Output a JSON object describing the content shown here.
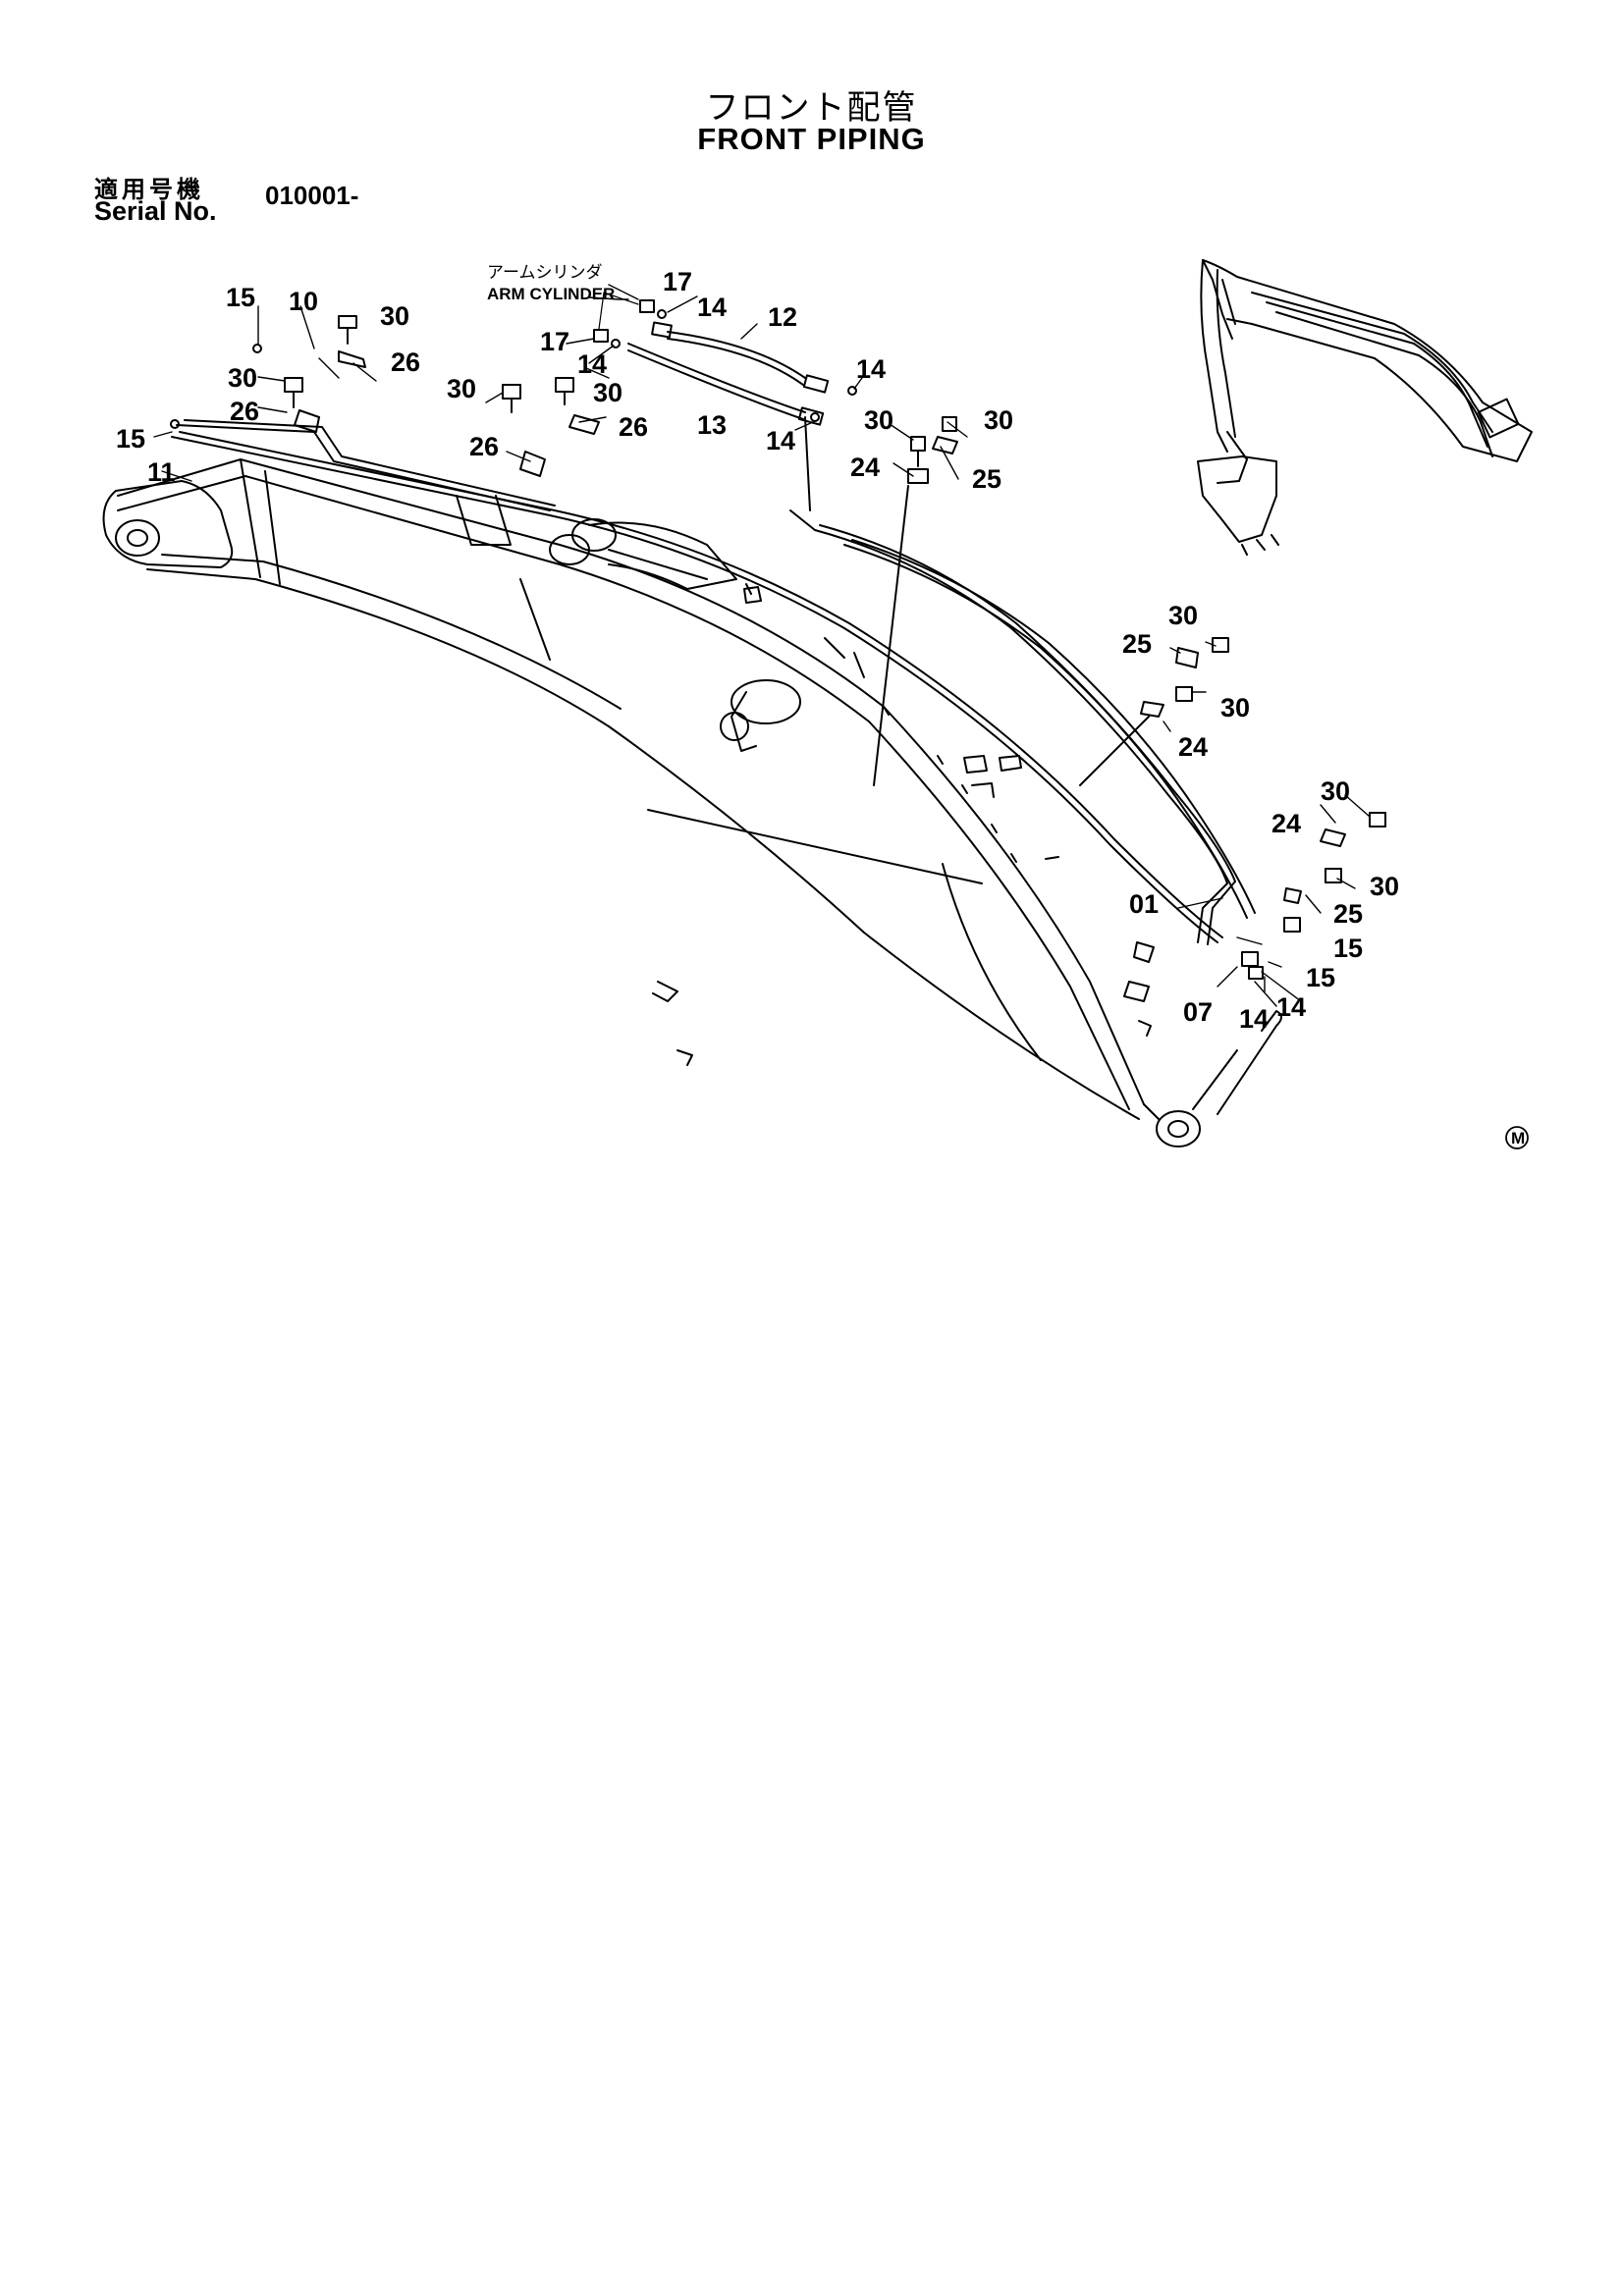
{
  "header": {
    "title_jp": "フロント配管",
    "title_en": "FRONT PIPING",
    "serial_label_jp": "適用号機",
    "serial_label_en": "Serial No.",
    "serial_value": "010001-"
  },
  "annotation": {
    "jp": "アームシリンダ",
    "en": "ARM CYLINDER"
  },
  "callouts": {
    "c15a": "15",
    "c10": "10",
    "c30a": "30",
    "c26a": "26",
    "c30b": "30",
    "c26b": "26",
    "c15b": "15",
    "c11": "11",
    "c17a": "17",
    "c14a": "14",
    "c12": "12",
    "c17b": "17",
    "c14b": "14",
    "c30c": "30",
    "c30d": "30",
    "c26c": "26",
    "c26d": "26",
    "c13": "13",
    "c14c": "14",
    "c14d": "14",
    "c30e": "30",
    "c30f": "30",
    "c24a": "24",
    "c25a": "25",
    "c30g": "30",
    "c25b": "25",
    "c30h": "30",
    "c24b": "24",
    "c30i": "30",
    "c24c": "24",
    "c30j": "30",
    "c25c": "25",
    "c01": "01",
    "c15c": "15",
    "c15d": "15",
    "c07": "07",
    "c14e": "14",
    "c14f": "14"
  },
  "marker": "M"
}
